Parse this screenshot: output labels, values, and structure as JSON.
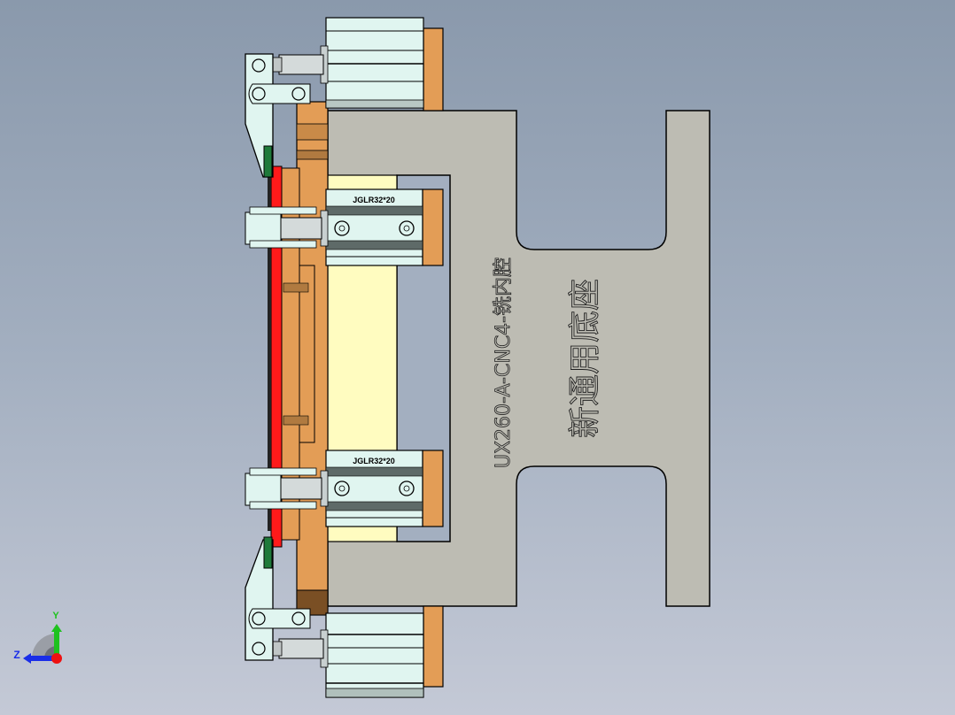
{
  "viewport": {
    "background_top": "#8a99ac",
    "background_bottom": "#c4c9d6"
  },
  "part_labels": {
    "cylinder_model_upper": "JGLR32*20",
    "cylinder_model_lower": "JGLR32*20"
  },
  "base_plate": {
    "engraving_line1": "UX260-A-CNC4-铣内腔",
    "engraving_line2": "新通用底座",
    "color": "#bdbcb3"
  },
  "colors": {
    "fixture_body": "#e39d56",
    "cylinder_body": "#e0f5f0",
    "workpiece_edge": "#ff1a1a",
    "locator_pad": "#1f7a3a",
    "support_block": "#fffcc0",
    "dark_block": "#7a4f24"
  },
  "triad": {
    "y_label": "Y",
    "z_label": "Z"
  }
}
